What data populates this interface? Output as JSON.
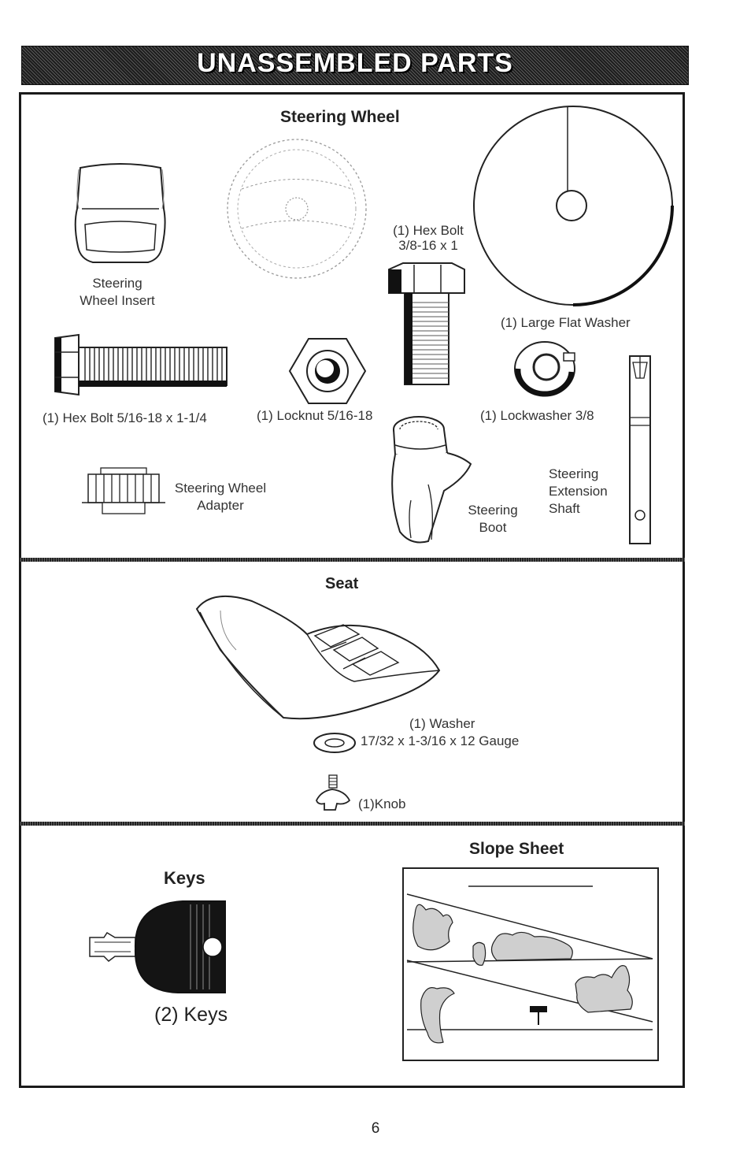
{
  "title": "UNASSEMBLED PARTS",
  "steering_section": {
    "heading": "Steering Wheel",
    "insert_label": [
      "Steering",
      "Wheel Insert"
    ],
    "hex_bolt_large": [
      "(1) Hex Bolt",
      "3/8-16 x 1"
    ],
    "washer_large": "(1) Large Flat Washer",
    "hex_bolt_small": "(1) Hex Bolt  5/16-18 x 1-1/4",
    "locknut": "(1) Locknut  5/16-18",
    "lockwasher": "(1) Lockwasher  3/8",
    "adapter": [
      "Steering Wheel",
      "Adapter"
    ],
    "boot": [
      "Steering",
      "Boot"
    ],
    "shaft": [
      "Steering",
      "Extension",
      "Shaft"
    ]
  },
  "seat_section": {
    "heading": "Seat",
    "washer": [
      "(1) Washer",
      "17/32 x 1-3/16 x 12 Gauge"
    ],
    "knob": "(1)Knob"
  },
  "keys_section": {
    "heading": "Keys",
    "caption": "(2) Keys"
  },
  "slope_section": {
    "heading": "Slope Sheet"
  },
  "page_number": "6"
}
